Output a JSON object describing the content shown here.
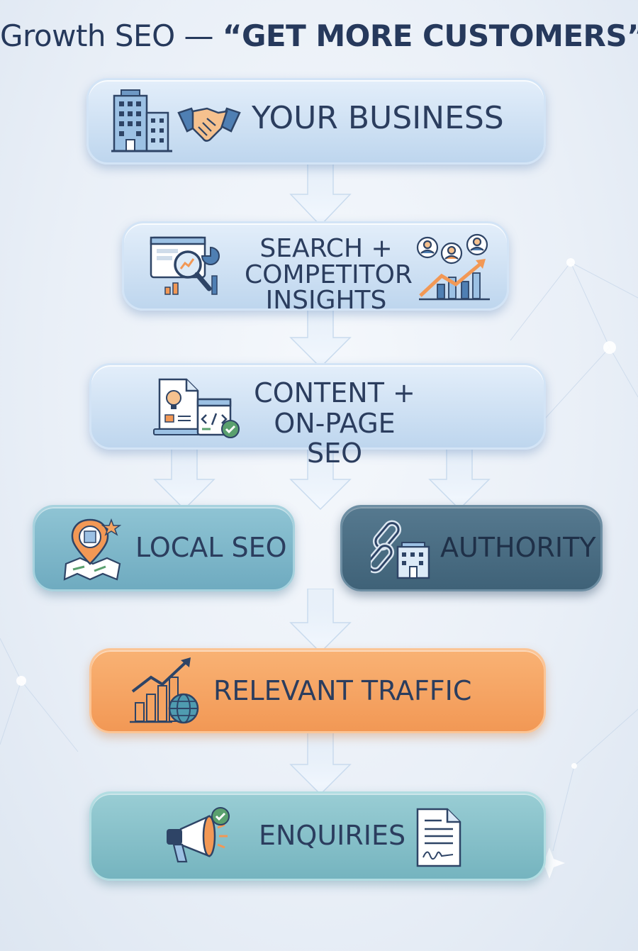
{
  "title": {
    "prefix": "Growth SEO — ",
    "highlight": "“GET MORE CUSTOMERS”"
  },
  "steps": {
    "business": {
      "line1": "YOUR BUSINESS"
    },
    "insights": {
      "line1": "SEARCH +",
      "line2": "COMPETITOR",
      "line3": "INSIGHTS"
    },
    "content": {
      "line1": "CONTENT +",
      "line2": "ON-PAGE SEO"
    },
    "local": {
      "line1": "LOCAL SEO"
    },
    "authority": {
      "line1": "AUTHORITY"
    },
    "traffic": {
      "line1": "RELEVANT TRAFFIC"
    },
    "enquiries": {
      "line1": "ENQUIRIES"
    }
  },
  "colors": {
    "text": "#2b3d5e",
    "light_box": "#cfe1f4",
    "teal_box": "#7fb8ca",
    "dark_box": "#4a6e84",
    "orange_box": "#f5a462",
    "green_box": "#85c0c8",
    "arrow": "#e6f1fc"
  },
  "icons": [
    "office-building-icon",
    "handshake-icon",
    "magnifier-analytics-icon",
    "users-growth-chart-icon",
    "content-document-icon",
    "code-check-icon",
    "map-pin-icon",
    "chain-link-building-icon",
    "growth-chart-globe-icon",
    "megaphone-check-icon",
    "signed-document-icon"
  ]
}
